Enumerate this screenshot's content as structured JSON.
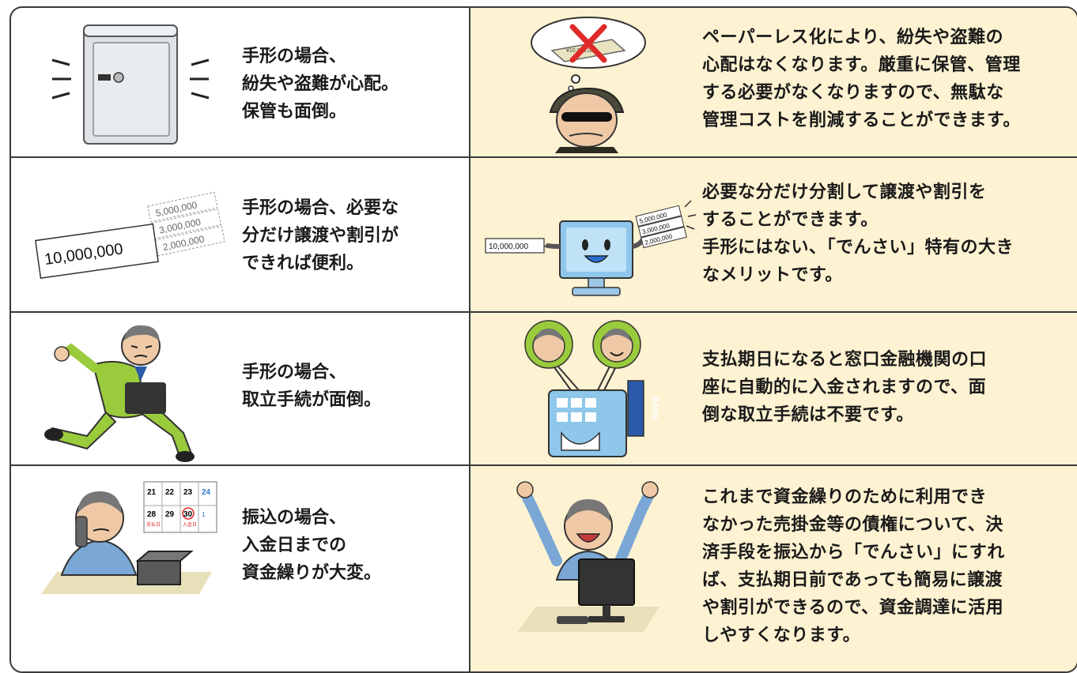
{
  "rows": [
    {
      "problem_lines": [
        "手形の場合、",
        "紛失や盗難が心配。",
        "保管も面倒。"
      ],
      "benefit_lines": [
        "ペーパーレス化により、紛失や盗難の",
        "心配はなくなります。厳重に保管、管理",
        "する必要がなくなりますので、無駄な",
        "管理コストを削減することができます。"
      ],
      "note_text": "¥10,000,000"
    },
    {
      "problem_lines": [
        "手形の場合、必要な",
        "分だけ譲渡や割引が",
        "できれば便利。"
      ],
      "benefit_lines": [
        "必要な分だけ分割して譲渡や割引を",
        "することができます。",
        "手形にはない、「でんさい」特有の大き",
        "なメリットです。"
      ],
      "big_bill": "10,000,000",
      "small_bills": [
        "5,000,000",
        "3,000,000",
        "2,000,000"
      ]
    },
    {
      "problem_lines": [
        "手形の場合、",
        "取立手続が面倒。"
      ],
      "benefit_lines": [
        "支払期日になると窓口金融機関の口",
        "座に自動的に入金されますので、面",
        "倒な取立手続は不要です。"
      ],
      "bank_sign": "BANK"
    },
    {
      "problem_lines": [
        "振込の場合、",
        "入金日までの",
        "資金繰りが大変。"
      ],
      "benefit_lines": [
        "これまで資金繰りのために利用でき",
        "なかった売掛金等の債権について、決",
        "済手段を振込から「でんさい」にすれ",
        "ば、支払期日前であっても簡易に譲渡",
        "や割引ができるので、資金調達に活用",
        "しやすくなります。"
      ],
      "calendar": {
        "row1": [
          "21",
          "22",
          "23",
          "24"
        ],
        "row2": [
          "28",
          "29",
          "30",
          "1"
        ],
        "label1": "支払日",
        "label2": "入金日"
      }
    }
  ]
}
